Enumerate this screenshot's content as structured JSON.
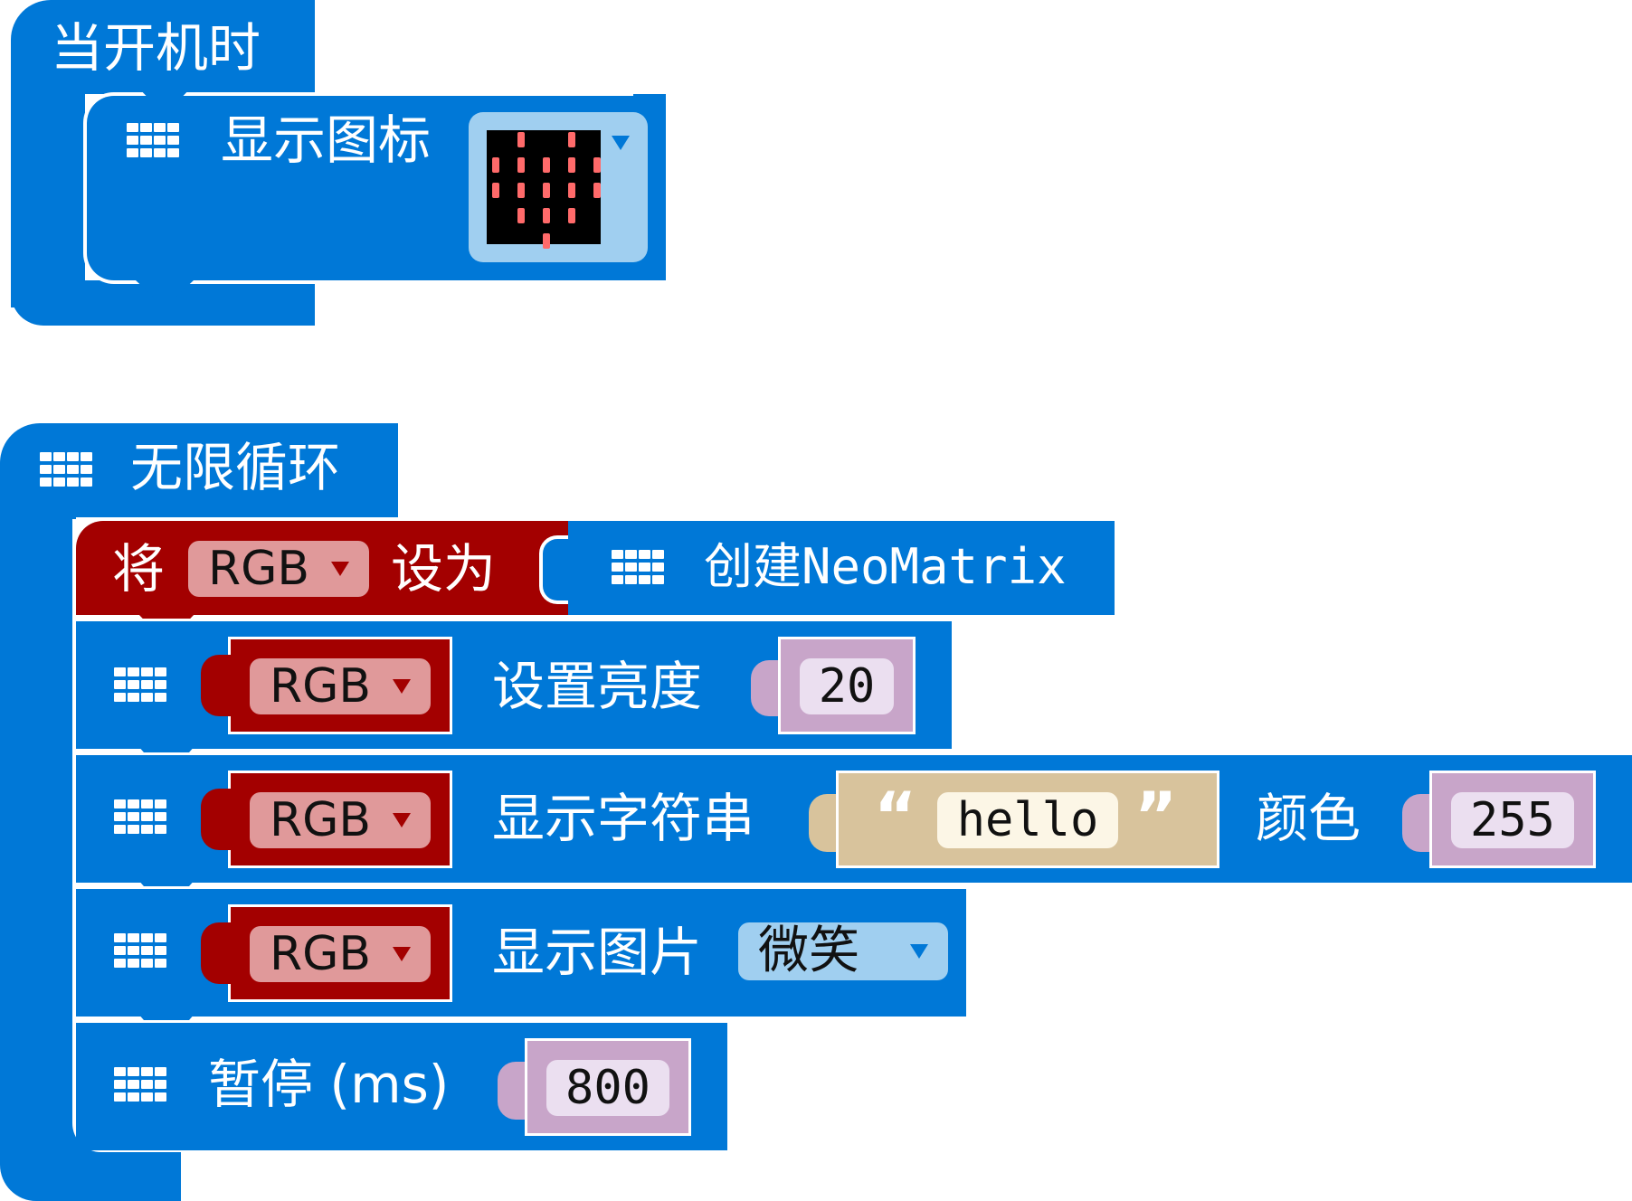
{
  "on_start_block": {
    "hat_label": "当开机时",
    "show_icon": {
      "label": "显示图标",
      "icon_value": "heart-led-icon",
      "led_grid": [
        [
          0,
          1,
          0,
          1,
          0
        ],
        [
          1,
          1,
          1,
          1,
          1
        ],
        [
          1,
          1,
          1,
          1,
          1
        ],
        [
          0,
          1,
          1,
          1,
          0
        ],
        [
          0,
          0,
          1,
          0,
          0
        ]
      ]
    }
  },
  "forever_block": {
    "label": "无限循环",
    "set_var": {
      "set_label": "将",
      "variable": "RGB",
      "to_label": "设为",
      "create_label": "创建NeoMatrix"
    },
    "set_brightness": {
      "variable": "RGB",
      "label": "设置亮度",
      "value": "20"
    },
    "show_string": {
      "variable": "RGB",
      "label": "显示字符串",
      "open_quote": "“",
      "text": "hello",
      "close_quote": "”",
      "color_label": "颜色",
      "color_value": "255"
    },
    "show_image": {
      "variable": "RGB",
      "label": "显示图片",
      "image": "微笑"
    },
    "pause": {
      "label": "暂停 (ms)",
      "value": "800"
    }
  },
  "colors": {
    "basic_blue": "#0078d7",
    "variable_red": "#a30000",
    "variable_dropdown": "#e0999a",
    "math_purple": "#c8a5c9",
    "text_tan": "#d8c39c",
    "field_light_blue": "#a0cff0"
  }
}
